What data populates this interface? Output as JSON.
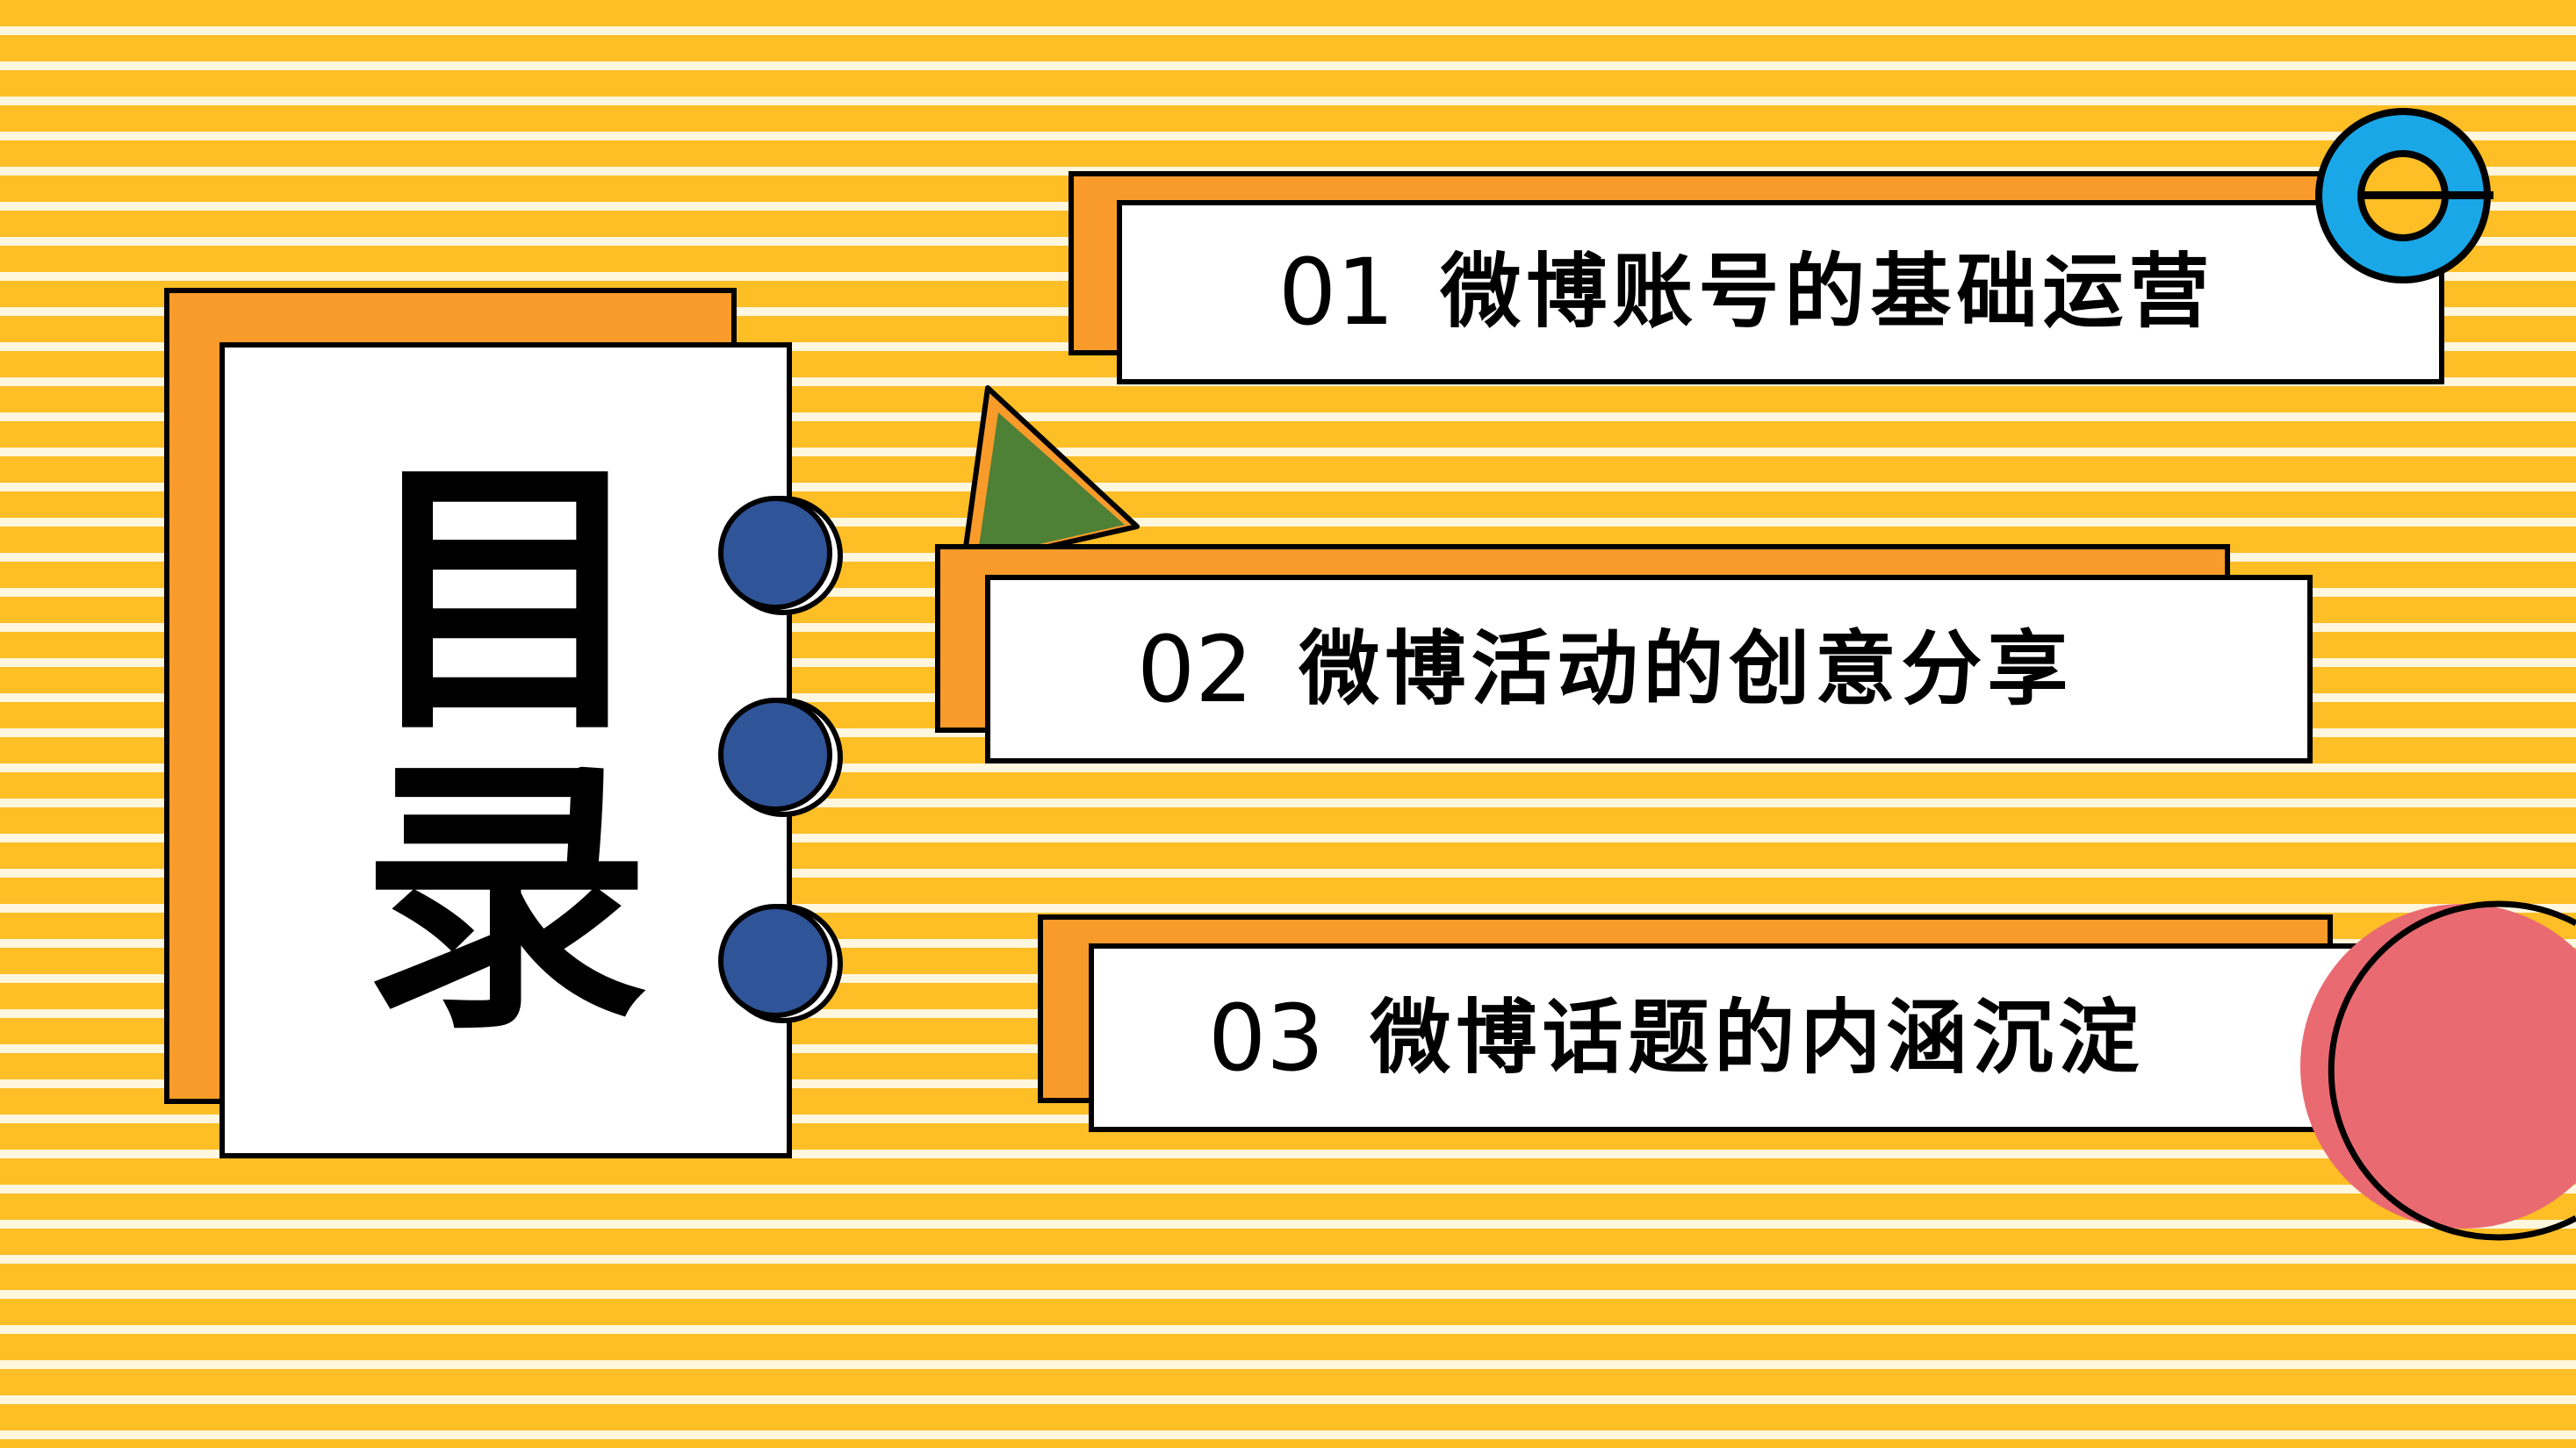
{
  "title": {
    "char_1": "目",
    "char_2": "录"
  },
  "menu": [
    {
      "number": "01",
      "label": "微博账号的基础运营"
    },
    {
      "number": "02",
      "label": "微博活动的创意分享"
    },
    {
      "number": "03",
      "label": "微博话题的内涵沉淀"
    }
  ],
  "colors": {
    "background": "#FDBE26",
    "stripe": "#FFF6DE",
    "accent_orange": "#F99B2A",
    "binder_blue": "#2F5498",
    "triangle_green": "#4E8036",
    "ring_blue": "#1AA7E8",
    "circle_pink": "#EA6A71"
  },
  "icons": {
    "binder": "circle-dot",
    "triangle": "triangle-shape",
    "ring": "ring-shape",
    "circle": "circle-shape"
  }
}
